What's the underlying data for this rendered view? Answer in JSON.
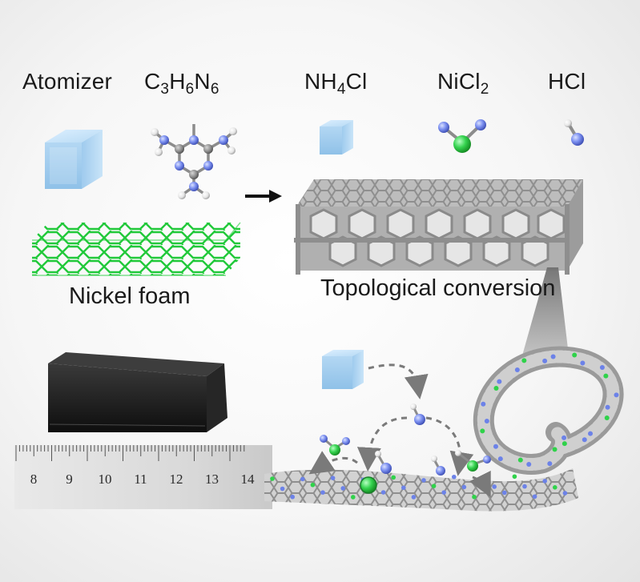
{
  "reagents": {
    "atomizer": "Atomizer",
    "melamine": {
      "base": [
        "C",
        "H",
        "N"
      ],
      "subs": [
        "3",
        "6",
        "6"
      ]
    },
    "ammonium_chloride": {
      "base": [
        "NH",
        "Cl"
      ],
      "subs": [
        "4",
        ""
      ]
    },
    "nickel_chloride": {
      "base": [
        "NiCl"
      ],
      "subs": [
        "2"
      ]
    },
    "hydrogen_chloride": "HCl"
  },
  "captions": {
    "nickel_foam": "Nickel foam",
    "conversion": "Topological conversion"
  },
  "ruler": {
    "numbers": [
      "8",
      "9",
      "10",
      "11",
      "12",
      "13",
      "14"
    ]
  },
  "colors": {
    "ice_cube": "#a9d3ef",
    "nickel_green": "#2fd24a",
    "nitrogen_blue": "#6c82e8",
    "hydrogen_white": "#f2f2f2",
    "carbon_grey": "#8a8a8a",
    "framework_grey": "#9a9a9a",
    "sample_black": "#1b1b1b"
  },
  "icons": [
    "ice-cube-icon",
    "melamine-molecule-icon",
    "nickel-chloride-molecule-icon",
    "hydrogen-chloride-molecule-icon",
    "reaction-arrow-icon"
  ]
}
